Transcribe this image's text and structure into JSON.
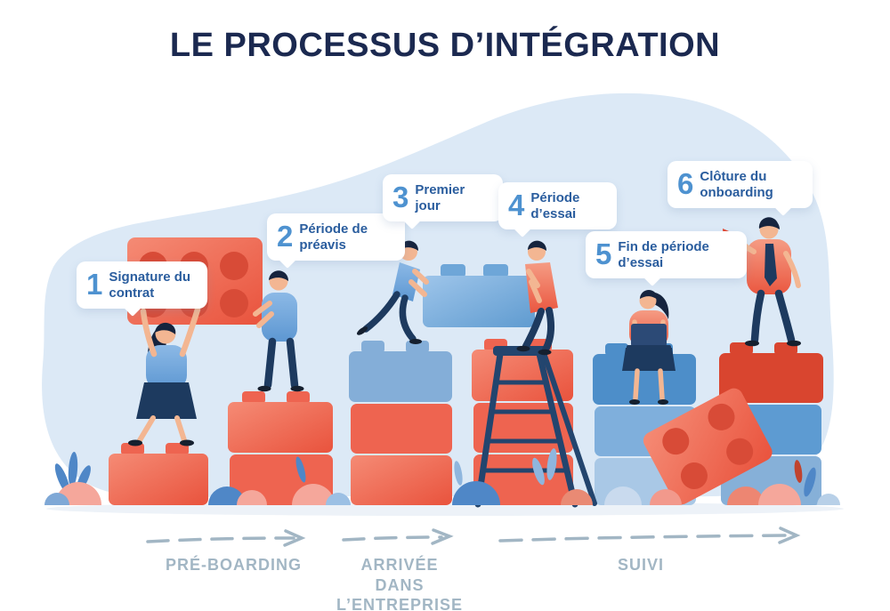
{
  "title": "LE PROCESSUS D’INTÉGRATION",
  "steps": [
    {
      "number": "1",
      "label": "Signature du contrat"
    },
    {
      "number": "2",
      "label": "Période de préavis"
    },
    {
      "number": "3",
      "label": "Premier jour"
    },
    {
      "number": "4",
      "label": "Période d’essai"
    },
    {
      "number": "5",
      "label": "Fin de période d’essai"
    },
    {
      "number": "6",
      "label": "Clôture du onboarding"
    }
  ],
  "timeline": {
    "phases": [
      {
        "label": "PRÉ-BOARDING"
      },
      {
        "label": "ARRIVÉE DANS L’ENTREPRISE"
      },
      {
        "label": "SUIVI"
      }
    ]
  },
  "colors": {
    "step_number": "#4e92d0",
    "step_text": "#2a5d9e",
    "title_text": "#1b2950",
    "background_blob": "#dce9f6",
    "brick_red": "#ee6450",
    "brick_red_dark": "#d84b37",
    "brick_red_deep": "#d9452f",
    "brick_blue": "#5f9bd0",
    "brick_blue_light": "#84aed8",
    "brick_blue_pale": "#a9c8e6",
    "navy": "#1d3a5f",
    "hair": "#16243e",
    "skin": "#f3b692",
    "plant_blue": "#4f87c7",
    "plant_pink": "#f5a79b",
    "timeline_gray": "#a2b6c4"
  }
}
